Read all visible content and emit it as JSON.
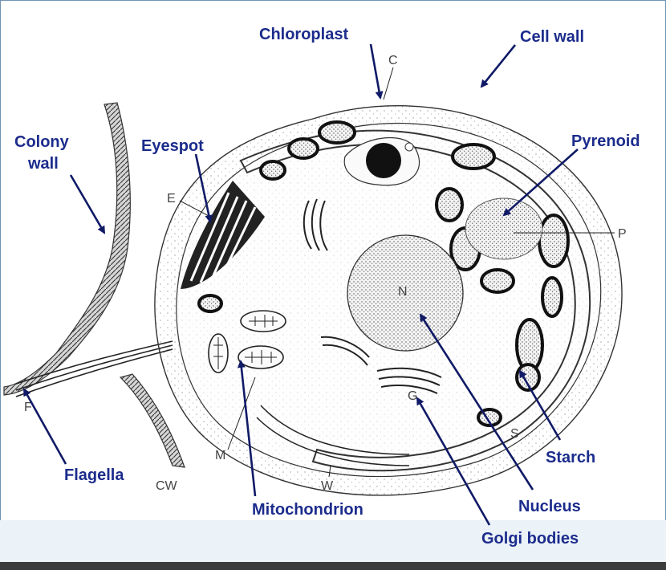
{
  "labels": {
    "chloroplast": "Chloroplast",
    "cell_wall": "Cell wall",
    "pyrenoid": "Pyrenoid",
    "colony_wall_line1": "Colony",
    "colony_wall_line2": "wall",
    "eyespot": "Eyespot",
    "starch": "Starch",
    "flagella": "Flagella",
    "mitochondrion": "Mitochondrion",
    "nucleus": "Nucleus",
    "golgi_bodies": "Golgi bodies"
  },
  "letters": {
    "c": "C",
    "e": "E",
    "p": "P",
    "n": "N",
    "g": "G",
    "s": "S",
    "m": "M",
    "f": "F",
    "cw": "CW",
    "w": "W"
  },
  "colors": {
    "label_text": "#1c2c8c",
    "arrow": "#101a66",
    "panel_border": "#6f93b3",
    "footer_band": "#ebf2f8",
    "bottom_bar": "#3c3c3c"
  }
}
